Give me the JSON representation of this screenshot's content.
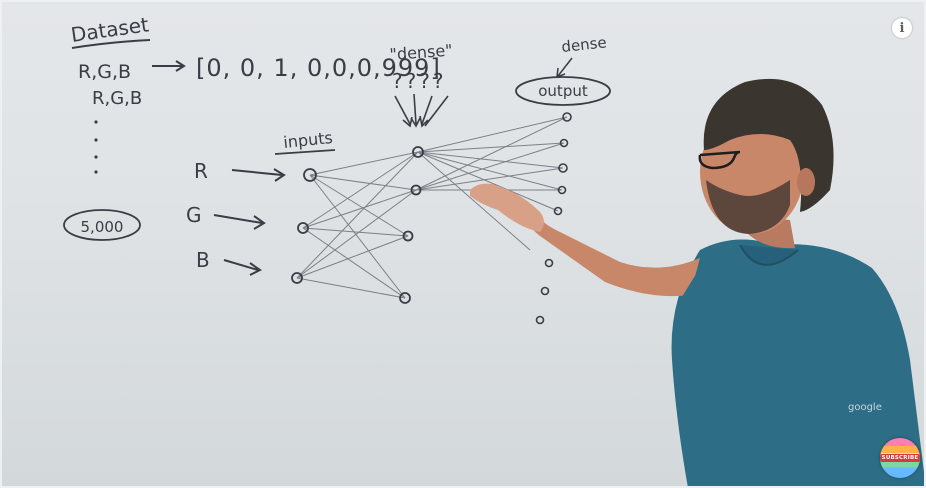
{
  "whiteboard": {
    "dataset_label": "Dataset",
    "row1": "R,G,B",
    "row2": "R,G,B",
    "vector": "[0, 0, 1, 0,0,0,999]",
    "count": "5,000",
    "inputs_label": "inputs",
    "input_r": "R",
    "input_g": "G",
    "input_b": "B",
    "dense_hidden_label": "\"dense\"",
    "question_marks": "????",
    "dense_output_label": "dense",
    "output_label": "output"
  },
  "shirt_logo": "google",
  "player": {
    "info_glyph": "i",
    "subscribe_label": "SUBSCRIBE"
  },
  "colors": {
    "marker": "#3a3d45",
    "shirt": "#2d6d86",
    "skin": "#c9876a",
    "hair": "#3b3530"
  }
}
